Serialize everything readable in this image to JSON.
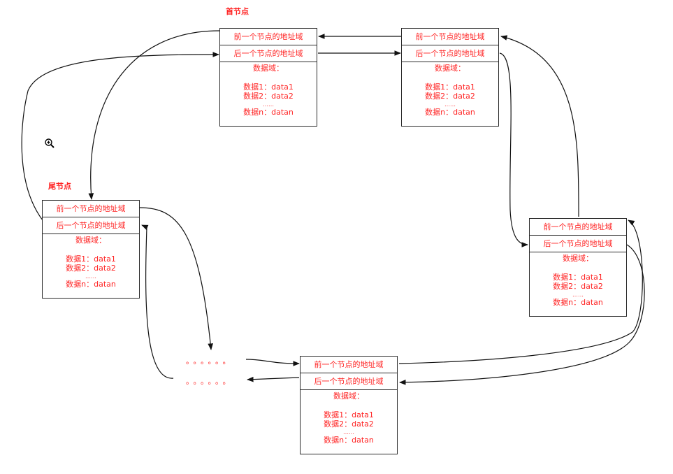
{
  "labels": {
    "head": "首节点",
    "tail": "尾节点"
  },
  "node_text": {
    "prev": "前一个节点的地址域",
    "next": "后一个节点的地址域",
    "data_title": "数据域：",
    "d1": "数据1：data1",
    "d2": "数据2：data2",
    "dots": "……",
    "dn": "数据n：datan"
  },
  "ellipsis": "。。。。。。",
  "colors": {
    "text": "#ff2222",
    "border": "#2b2b2b",
    "arrow": "#111111"
  },
  "icons": {
    "zoom": "zoom-in-icon"
  }
}
